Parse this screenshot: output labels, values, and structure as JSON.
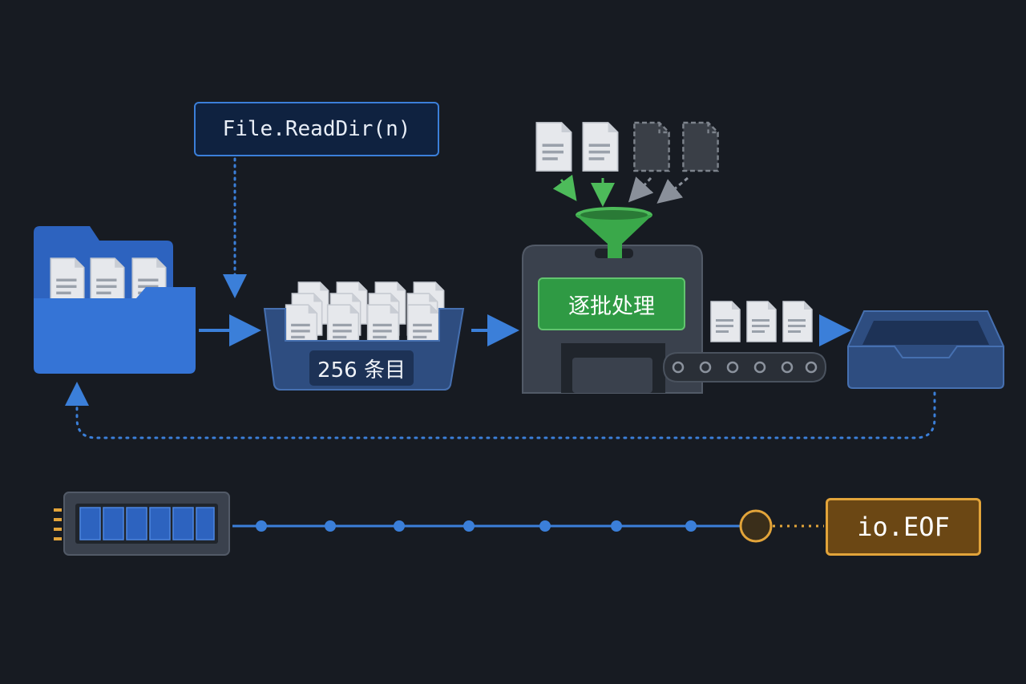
{
  "api_call": "File.ReadDir(n)",
  "batch_count": "256 条目",
  "process_label": "逐批处理",
  "eof_label": "io.EOF",
  "colors": {
    "background": "#171b22",
    "blue": "#3b7fd9",
    "green": "#2f9a44",
    "amber": "#e2a43a",
    "machine": "#3a414d"
  },
  "icons": [
    "folder-icon",
    "document-icon",
    "funnel-icon",
    "machine-icon",
    "conveyor-icon",
    "tray-icon",
    "progress-bar-icon"
  ]
}
